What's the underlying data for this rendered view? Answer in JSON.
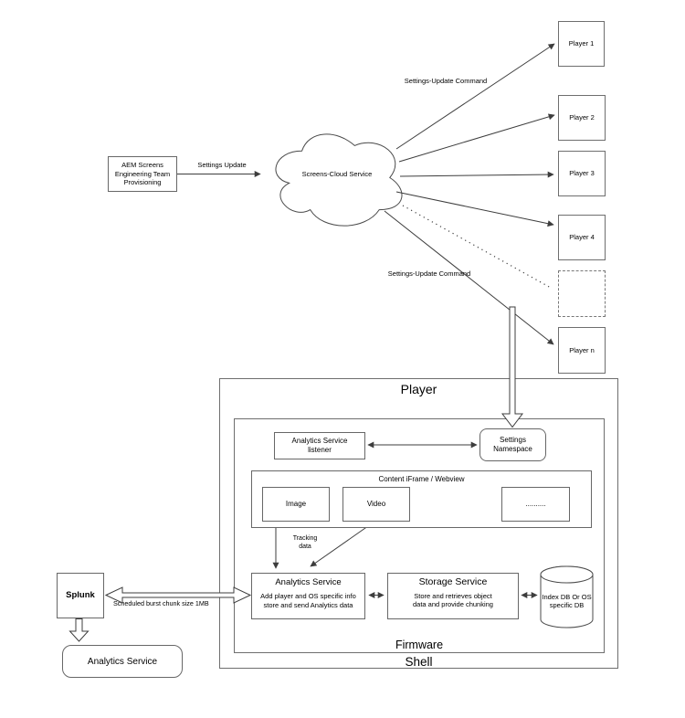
{
  "provisioning": {
    "line1": "AEM Screens",
    "line2": "Engineering Team",
    "line3": "Provisioning"
  },
  "labels": {
    "settings_update": "Settings Update",
    "settings_update_command_top": "Settings-Update Command",
    "settings_update_command_bottom": "Settings-Update Command",
    "tracking_line1": "Tracking",
    "tracking_line2": "data",
    "burst": "Scheduled burst chunk size 1MB"
  },
  "cloud": {
    "label": "Screens-Cloud Service"
  },
  "players": [
    "Player 1",
    "Player 2",
    "Player 3",
    "Player 4",
    "Player n"
  ],
  "player_box": {
    "title": "Player",
    "shell": "Shell",
    "firmware": "Firmware",
    "listener": {
      "line1": "Analytics Service",
      "line2": "listener"
    },
    "namespace": {
      "line1": "Settings",
      "line2": "Namespace"
    },
    "content": {
      "title": "Content iFrame / Webview",
      "items": [
        "Image",
        "Video",
        ".........."
      ]
    },
    "analytics": {
      "title": "Analytics Service",
      "desc1": "Add player and OS specific info",
      "desc2": "store and send Analytics data"
    },
    "storage": {
      "title": "Storage Service",
      "desc1": "Store and retrieves object",
      "desc2": "data and provide chunking"
    },
    "db": {
      "line1": "Index DB Or OS",
      "line2": "specific DB"
    }
  },
  "splunk": {
    "label": "Splunk"
  },
  "external_analytics": {
    "label": "Analytics Service"
  },
  "colors": {
    "stroke": "#3d3d3d",
    "box_border": "#676767",
    "background": "#ffffff",
    "text": "#000000"
  }
}
